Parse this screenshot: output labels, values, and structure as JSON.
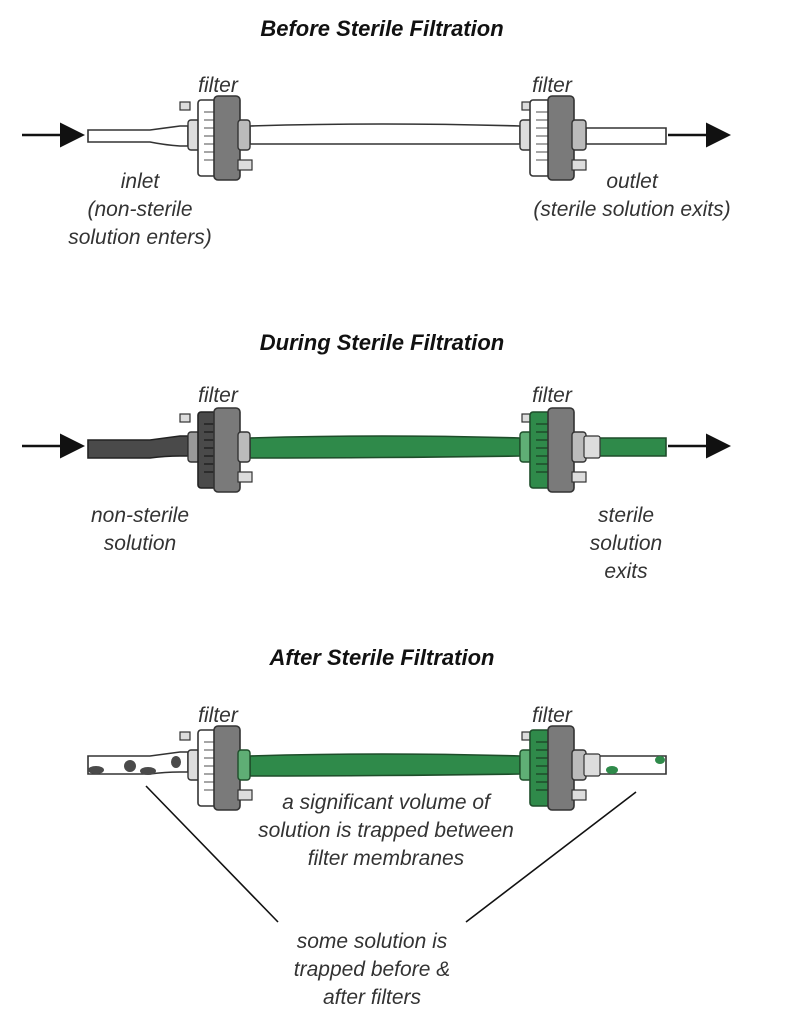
{
  "colors": {
    "clear": "#ffffff",
    "nonsterile": "#4a4a4a",
    "sterile": "#2f8a4a",
    "housing": "#7a7a7a",
    "outline": "#333333"
  },
  "panels": [
    {
      "title": "Before Sterile Filtration",
      "filter_left_label": "filter",
      "filter_right_label": "filter",
      "inlet_lines": [
        "inlet",
        "(non-sterile",
        "solution enters)"
      ],
      "outlet_lines": [
        "outlet",
        "(sterile solution exits)"
      ]
    },
    {
      "title": "During Sterile Filtration",
      "filter_left_label": "filter",
      "filter_right_label": "filter",
      "inlet_lines": [
        "non-sterile",
        "solution"
      ],
      "outlet_lines": [
        "sterile",
        "solution",
        "exits"
      ]
    },
    {
      "title": "After Sterile Filtration",
      "filter_left_label": "filter",
      "filter_right_label": "filter",
      "middle_lines": [
        "a significant volume of",
        "solution is trapped between",
        "filter membranes"
      ],
      "bottom_lines": [
        "some solution is",
        "trapped before &",
        "after filters"
      ]
    }
  ]
}
